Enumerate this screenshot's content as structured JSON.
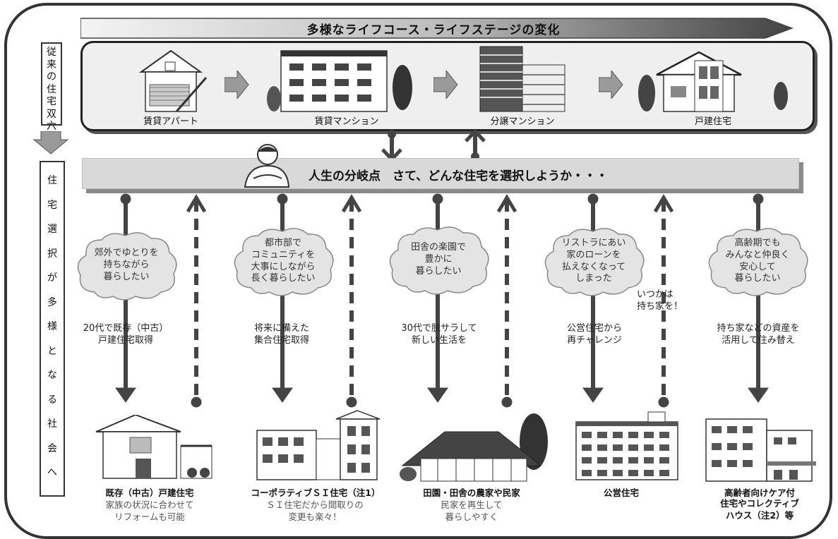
{
  "banner": {
    "text": "多様なライフコース・ライフステージの変化"
  },
  "left_labels": {
    "traditional": [
      "従",
      "来",
      "の",
      "住",
      "宅",
      "双",
      "六"
    ],
    "diversify": [
      "住",
      "宅",
      "選",
      "択",
      "が",
      "多",
      "様",
      "と",
      "な",
      "る",
      "社",
      "会",
      "へ"
    ]
  },
  "stages": [
    {
      "label": "賃貸アパート",
      "icon": "apartment-icon"
    },
    {
      "label": "賃貸マンション",
      "icon": "rental-mansion-icon"
    },
    {
      "label": "分譲マンション",
      "icon": "condo-icon"
    },
    {
      "label": "戸建住宅",
      "icon": "detached-house-icon"
    }
  ],
  "decision": {
    "text": "人生の分岐点　さて、どんな住宅を選択しようか・・・",
    "icon": "thinking-man-icon"
  },
  "clouds": [
    {
      "lines": [
        "郊外でゆとりを",
        "持ちながら",
        "暮らしたい"
      ]
    },
    {
      "lines": [
        "都市部で",
        "コミュニティを",
        "大事にしながら",
        "長く暮らしたい"
      ]
    },
    {
      "lines": [
        "田舎の楽園で",
        "豊かに",
        "暮らしたい"
      ]
    },
    {
      "lines": [
        "リストラにあい",
        "家のローンを",
        "払えなくなって",
        "しまった"
      ]
    },
    {
      "lines": [
        "高齢期でも",
        "みんなと仲良く",
        "安心して",
        "暮らしたい"
      ]
    }
  ],
  "paths": [
    {
      "lines": [
        "20代で既存（中古）",
        "戸建住宅取得"
      ]
    },
    {
      "lines": [
        "将来に備えた",
        "集合住宅取得"
      ]
    },
    {
      "lines": [
        "30代で脱サラして",
        "新しい生活を"
      ]
    },
    {
      "lines": [
        "公営住宅から",
        "再チャレンジ"
      ]
    },
    {
      "lines": [
        "持ち家などの資産を",
        "活用して住み替え"
      ]
    }
  ],
  "side_note": {
    "lines": [
      "いつかは",
      "持ち家を！"
    ]
  },
  "results": [
    {
      "title": "既存（中古）戸建住宅",
      "sub": [
        "家族の状況に合わせて",
        "リフォームも可能"
      ]
    },
    {
      "title": "コーポラティブＳＩ住宅（注1）",
      "sub": [
        "ＳＩ住宅だから間取りの",
        "変更も楽々！"
      ]
    },
    {
      "title": "田園・田舎の農家や民家",
      "sub": [
        "民家を再生して",
        "暮らしやすく"
      ]
    },
    {
      "title": "公営住宅",
      "sub": []
    },
    {
      "title": "高齢者向けケア付",
      "sub": [
        "住宅やコレクティブ",
        "ハウス（注2）等"
      ]
    }
  ]
}
